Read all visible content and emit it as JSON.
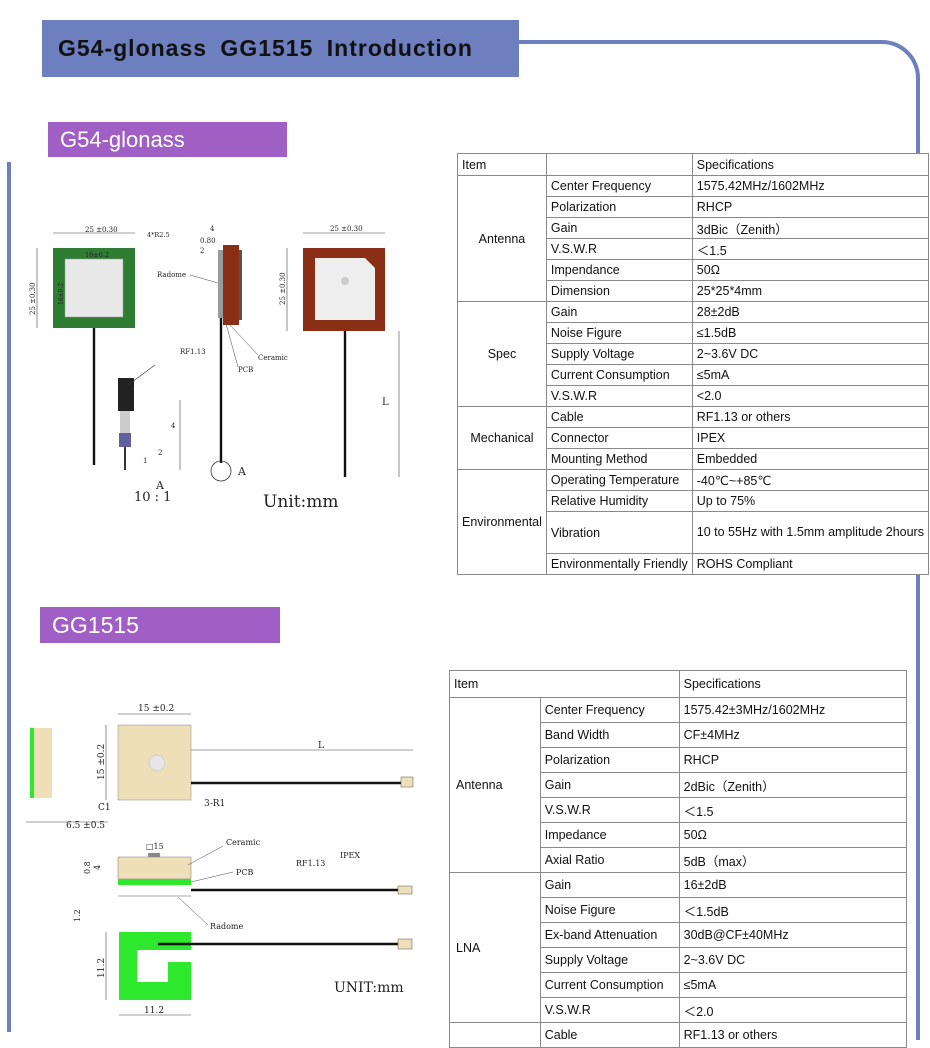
{
  "main_title": "G54-glonass  GG1515  Introduction",
  "sections": {
    "s1": "G54-glonass",
    "s2": "GG1515"
  },
  "colors": {
    "title_bar": "#6d7fbf",
    "section_bar": "#a05fc4",
    "frame_line": "#6d7fbf",
    "patch_green": "#2e7d32",
    "patch_brown": "#8b2e16",
    "gg_green": "#2ee82e",
    "ceramic": "#eedfb8"
  },
  "drawing1": {
    "dim_top": "25 ±0.30",
    "dim_inner": "16±0.2",
    "dim_corner": "4*R2.5",
    "dim_left": "25 ±0.30",
    "dim_inner_left": "16±0.2",
    "dim_4": "4",
    "dim_080": "0.80",
    "dim_2": "2",
    "radome": "Radome",
    "rf113": "RF1.13",
    "pcb": "PCB",
    "ceramic": "Ceramic",
    "dim_right_top": "25 ±0.30",
    "dim_right_left": "25 ±0.30",
    "length": "L",
    "detail_4": "4",
    "detail_2": "2",
    "detail_1": "1",
    "view_a": "A",
    "view_a2": "A",
    "scale": "10 : 1",
    "unit": "Unit:mm"
  },
  "drawing2": {
    "dim_15": "15 ±0.2",
    "dim_15v": "15 ±0.2",
    "length": "L",
    "c1": "C1",
    "r1": "3-R1",
    "dim_65": "6.5 ±0.5",
    "ceramic": "Ceramic",
    "box15": "□15",
    "pcb": "PCB",
    "rf113": "RF1.13",
    "ipex": "IPEX",
    "dim_08": "0.8",
    "dim_4": "4",
    "dim_12": "1.2",
    "radome": "Radome",
    "dim_112v": "11.2",
    "dim_112": "11.2",
    "unit": "UNIT:mm"
  },
  "table1": {
    "head": {
      "item": "Item",
      "spec": "Specifications"
    },
    "groups": [
      {
        "name": "Antenna",
        "rows": [
          {
            "param": "Center Frequency",
            "value": "1575.42MHz/1602MHz"
          },
          {
            "param": "Polarization",
            "value": "RHCP"
          },
          {
            "param": "Gain",
            "value": "3dBic（Zenith）"
          },
          {
            "param": "V.S.W.R",
            "value": "＜1.5"
          },
          {
            "param": "Impendance",
            "value": "50Ω"
          },
          {
            "param": "Dimension",
            "value": "25*25*4mm"
          }
        ]
      },
      {
        "name": "Spec",
        "rows": [
          {
            "param": "Gain",
            "value": "28±2dB"
          },
          {
            "param": "Noise Figure",
            "value": "≤1.5dB"
          },
          {
            "param": "Supply Voltage",
            "value": "2~3.6V DC"
          },
          {
            "param": "Current Consumption",
            "value": "≤5mA"
          },
          {
            "param": "V.S.W.R",
            "value": "<2.0"
          }
        ]
      },
      {
        "name": "Mechanical",
        "rows": [
          {
            "param": "Cable",
            "value": "RF1.13 or others"
          },
          {
            "param": "Connector",
            "value": "IPEX"
          },
          {
            "param": "Mounting Method",
            "value": "Embedded"
          }
        ]
      },
      {
        "name": "Environmental",
        "rows": [
          {
            "param": "Operating Temperature",
            "value": "-40℃~+85℃"
          },
          {
            "param": "Relative Humidity",
            "value": "Up to 75%"
          },
          {
            "param": "Vibration",
            "value": "10 to 55Hz with 1.5mm amplitude 2hours"
          },
          {
            "param": "Environmentally Friendly",
            "value": "ROHS Compliant"
          }
        ]
      }
    ]
  },
  "table2": {
    "head": {
      "item": "Item",
      "spec": "Specifications"
    },
    "groups": [
      {
        "name": "Antenna",
        "rows": [
          {
            "param": "Center Frequency",
            "value": "1575.42±3MHz/1602MHz"
          },
          {
            "param": "Band Width",
            "value": "CF±4MHz"
          },
          {
            "param": "Polarization",
            "value": "RHCP"
          },
          {
            "param": "Gain",
            "value": "2dBic（Zenith）"
          },
          {
            "param": "V.S.W.R",
            "value": "＜1.5"
          },
          {
            "param": "Impedance",
            "value": "50Ω"
          },
          {
            "param": "Axial Ratio",
            "value": "5dB（max）"
          }
        ]
      },
      {
        "name": "LNA",
        "rows": [
          {
            "param": "Gain",
            "value": "16±2dB"
          },
          {
            "param": "Noise Figure",
            "value": "＜1.5dB"
          },
          {
            "param": "Ex-band Attenuation",
            "value": "30dB@CF±40MHz"
          },
          {
            "param": "Supply Voltage",
            "value": "2~3.6V DC"
          },
          {
            "param": "Current Consumption",
            "value": "≤5mA"
          },
          {
            "param": "V.S.W.R",
            "value": "＜2.0"
          }
        ]
      },
      {
        "name": "",
        "rows": [
          {
            "param": "Cable",
            "value": "RF1.13 or others"
          }
        ]
      }
    ]
  }
}
